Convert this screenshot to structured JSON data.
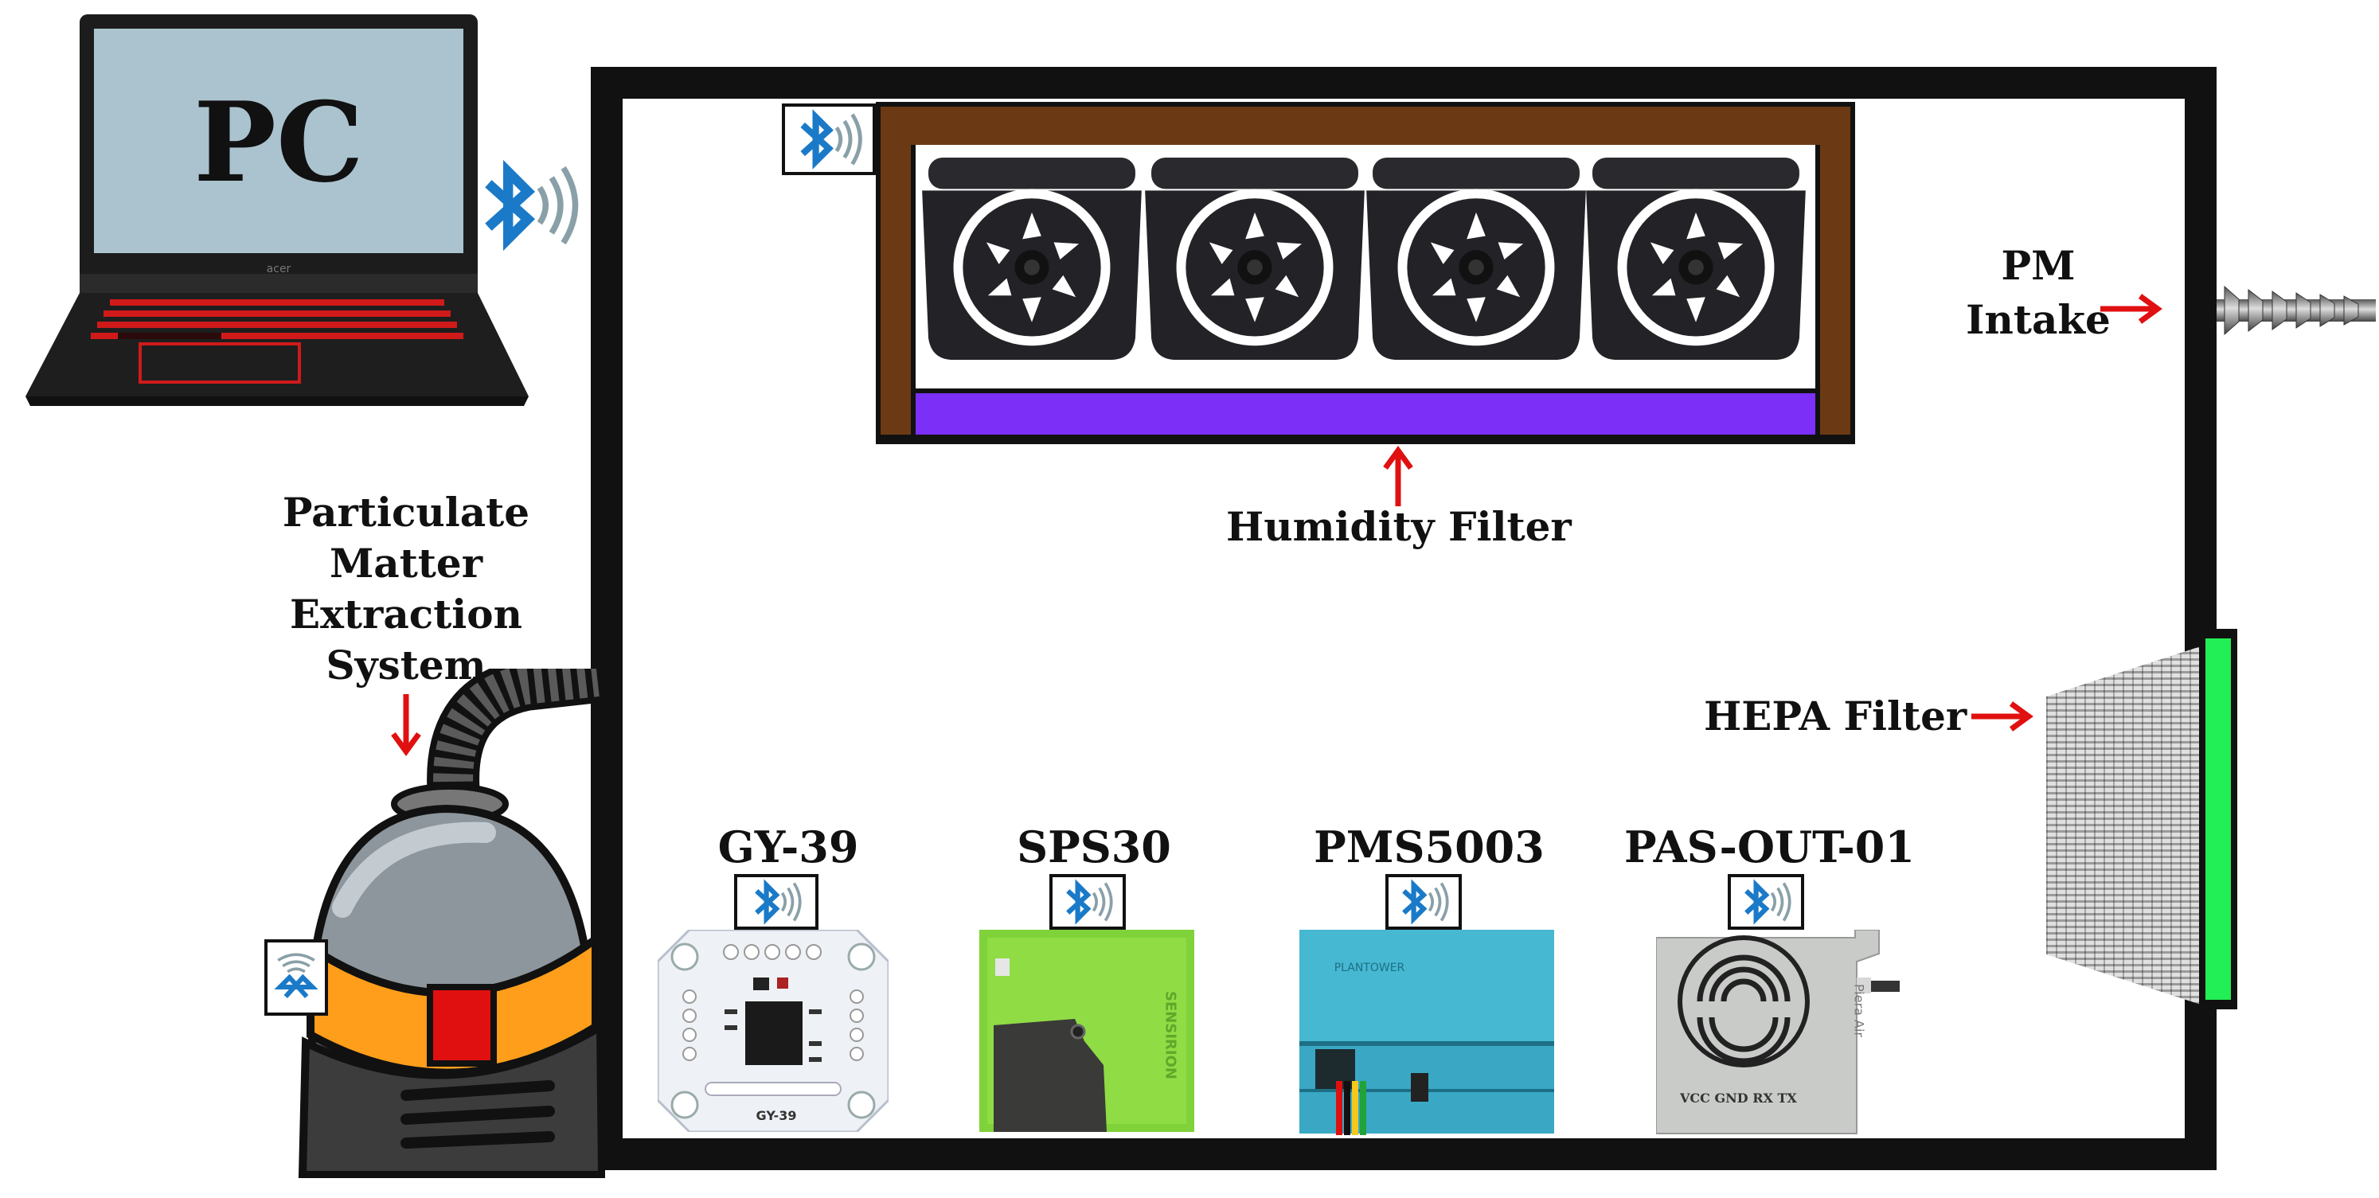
{
  "pc": {
    "screen_label": "PC",
    "brand": "acer"
  },
  "labels": {
    "pm_intake_line1": "PM",
    "pm_intake_line2": "Intake",
    "humidity_filter": "Humidity Filter",
    "extraction_line1": "Particulate",
    "extraction_line2": "Matter",
    "extraction_line3": "Extraction",
    "extraction_line4": "System",
    "hepa_filter": "HEPA Filter"
  },
  "sensors": [
    {
      "name": "GY-39",
      "board_text": "GY-39"
    },
    {
      "name": "SPS30",
      "board_text": "SENSIRION"
    },
    {
      "name": "PMS5003",
      "board_text": "PLANTOWER"
    },
    {
      "name": "PAS-OUT-01",
      "board_text": "Piera Air",
      "pins": "VCC GND RX TX"
    }
  ],
  "colors": {
    "bluetooth": "#1a7ac8",
    "arrow": "#e01010",
    "humidity_filter": "#7b2ff7",
    "hepa_filter": "#22ee55",
    "frame": "#111111",
    "shelf": "#6b3a14"
  },
  "icons": [
    "bluetooth-icon",
    "fan-icon",
    "laptop-icon",
    "vacuum-icon",
    "hose-fitting-icon"
  ]
}
